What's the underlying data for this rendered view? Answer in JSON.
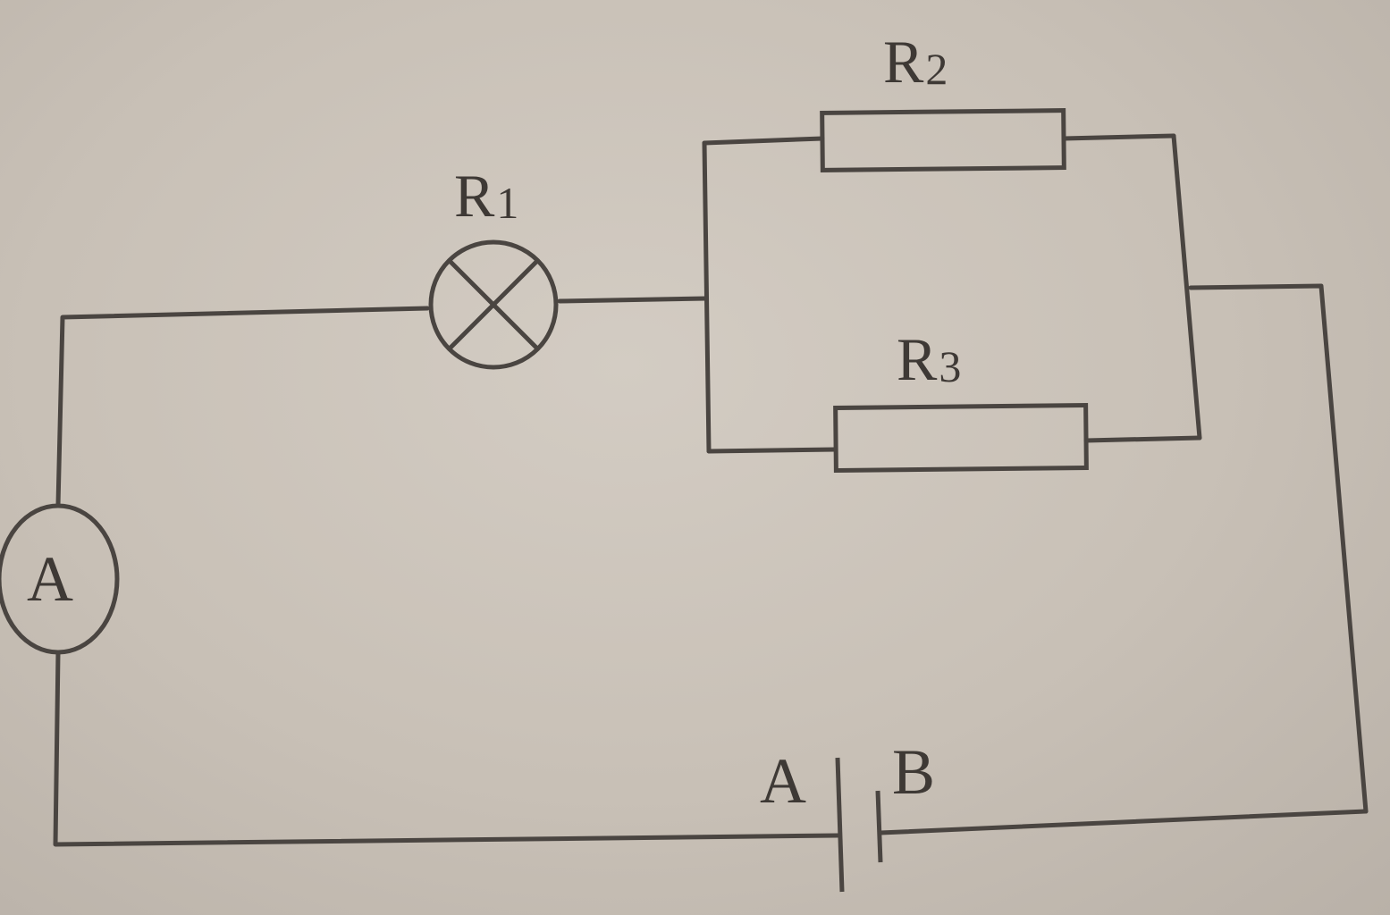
{
  "diagram": {
    "labels": {
      "r1": "R",
      "r1_sub": "1",
      "r2": "R",
      "r2_sub": "2",
      "r3": "R",
      "r3_sub": "3",
      "ammeter": "A",
      "battery_left": "A",
      "battery_right": "B"
    },
    "colors": {
      "ink": "#4a4541",
      "paper": "#cdc5bc"
    }
  }
}
